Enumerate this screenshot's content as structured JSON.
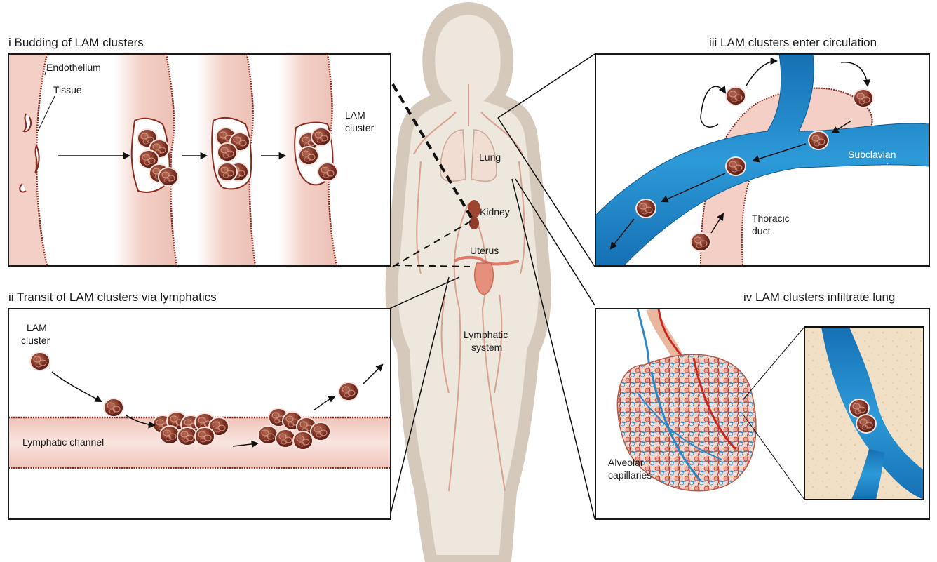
{
  "colors": {
    "tissue_pink": "#f3cfc6",
    "endothelium_brown": "#8b2a1e",
    "cell_brown": "#7a2e22",
    "vein_blue": "#1f86c8",
    "artery_red": "#c8281e",
    "body_silhouette": "#d8cfc3",
    "lymph_channel": "#f6d9d2",
    "alveolar_bg": "#f1e0c6"
  },
  "panels": {
    "i": {
      "title": "i  Budding of LAM clusters",
      "labels": {
        "endothelium": "Endothelium",
        "tissue": "Tissue",
        "lam_cluster_line1": "LAM",
        "lam_cluster_line2": "cluster"
      }
    },
    "ii": {
      "title": "ii  Transit of LAM clusters via lymphatics",
      "labels": {
        "lam_cluster_line1": "LAM",
        "lam_cluster_line2": "cluster",
        "lymphatic_channel": "Lymphatic channel"
      }
    },
    "iii": {
      "title": "iii LAM clusters enter circulation",
      "labels": {
        "subclavian_line1": "Subclavian",
        "subclavian_line2": "vein",
        "thoracic_line1": "Thoracic",
        "thoracic_line2": "duct"
      }
    },
    "iv": {
      "title": "iv LAM clusters infiltrate lung",
      "labels": {
        "alveolar_line1": "Alveolar",
        "alveolar_line2": "capillaries"
      }
    }
  },
  "body": {
    "lung": "Lung",
    "kidney": "Kidney",
    "uterus": "Uterus",
    "lymphatic_line1": "Lymphatic",
    "lymphatic_line2": "system"
  }
}
